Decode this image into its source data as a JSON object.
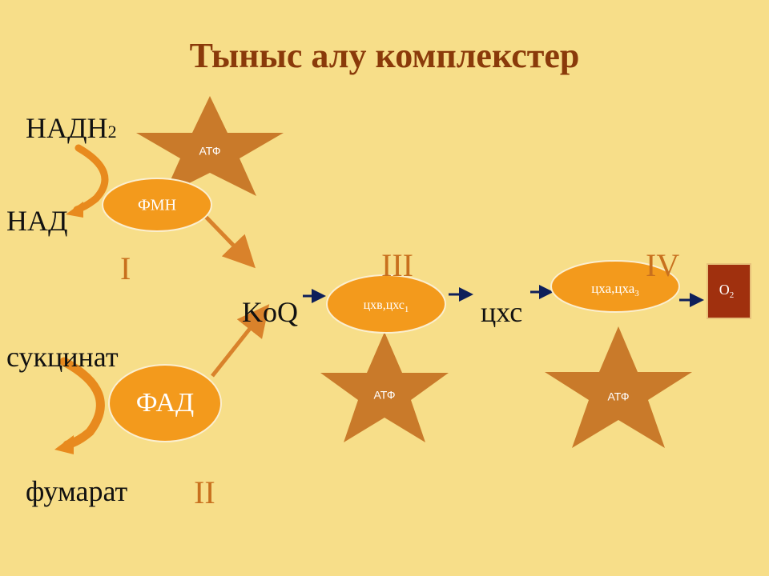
{
  "title": "Тыныс алу комплекстер",
  "labels": {
    "nadh_main": "НАДН",
    "nadh_sub": "2",
    "nad": "НАД",
    "koq": "KoQ",
    "cyt_c": "цхс",
    "succinate": "сукцинат",
    "fumarate": "фумарат"
  },
  "complexes": {
    "one": "I",
    "two": "II",
    "three": "III",
    "four": "IV"
  },
  "nodes": {
    "fmn": "ФМН",
    "fad": "ФАД",
    "cyt_b_c1_main": "цхв,цхс",
    "cyt_b_c1_sub": "1",
    "cyt_a_a3_main": "цха,цха",
    "cyt_a_a3_sub": "3",
    "oxygen_main": "O",
    "oxygen_sub": "2"
  },
  "atp": {
    "label": "АТФ"
  },
  "colors": {
    "background": "#F7DE89",
    "title": "#8A3A0A",
    "star": "#C97A2A",
    "ellipse": "#F39A1C",
    "arrow_orange": "#D9822B",
    "arrow_navy": "#0E1F5A",
    "oxygen_box": "#A0300E",
    "roman": "#C8701E"
  }
}
